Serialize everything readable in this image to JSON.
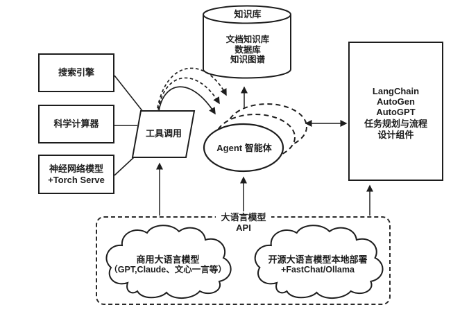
{
  "diagram": {
    "knowledge_base": {
      "title": "知识库",
      "items": [
        "文档知识库",
        "数据库",
        "知识图谱"
      ]
    },
    "tool_boxes": [
      {
        "label": "搜索引擎"
      },
      {
        "label": "科学计算器"
      },
      {
        "label": "神经网络模型",
        "sublabel": "+Torch Serve"
      }
    ],
    "tool_call": {
      "label": "工具调用"
    },
    "agent": {
      "label": "Agent 智能体"
    },
    "framework_box": {
      "frameworks": [
        "LangChain",
        "AutoGen",
        "AutoGPT"
      ],
      "description": [
        "任务规划与流程",
        "设计组件"
      ]
    },
    "llm_section": {
      "label_line1": "大语言模型",
      "label_line2": "API",
      "commercial_cloud": {
        "line1": "商用大语言模型",
        "line2": "（GPT,Claude、文心一言等）"
      },
      "open_source_cloud": {
        "line1": "开源大语言模型本地部署",
        "line2": "+FastChat/Ollama"
      }
    },
    "colors": {
      "stroke": "#1d1d1d",
      "background": "#ffffff",
      "arrow": "#3a3a3a"
    }
  }
}
